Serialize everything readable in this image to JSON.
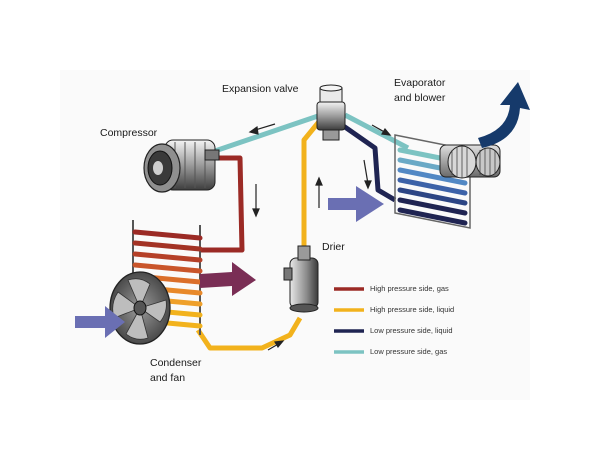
{
  "labels": {
    "expansion_valve": "Expansion valve",
    "evaporator_line1": "Evaporator",
    "evaporator_line2": "and blower",
    "compressor": "Compressor",
    "drier": "Drier",
    "condenser_line1": "Condenser",
    "condenser_line2": "and fan"
  },
  "legend": [
    {
      "label": "High pressure side, gas",
      "color": "#9b2a25"
    },
    {
      "label": "High pressure side, liquid",
      "color": "#f2b21c"
    },
    {
      "label": "Low pressure side, liquid",
      "color": "#1f2452"
    },
    {
      "label": "Low pressure side, gas",
      "color": "#7cc3c2"
    }
  ],
  "colors": {
    "high_gas": "#9b2a25",
    "high_liquid": "#f2b21c",
    "low_liquid": "#1f2452",
    "low_gas": "#7cc3c2",
    "airflow_in": "#6a6fb3",
    "airflow_hot": "#7a2e55",
    "airflow_out": "#163a6b"
  }
}
